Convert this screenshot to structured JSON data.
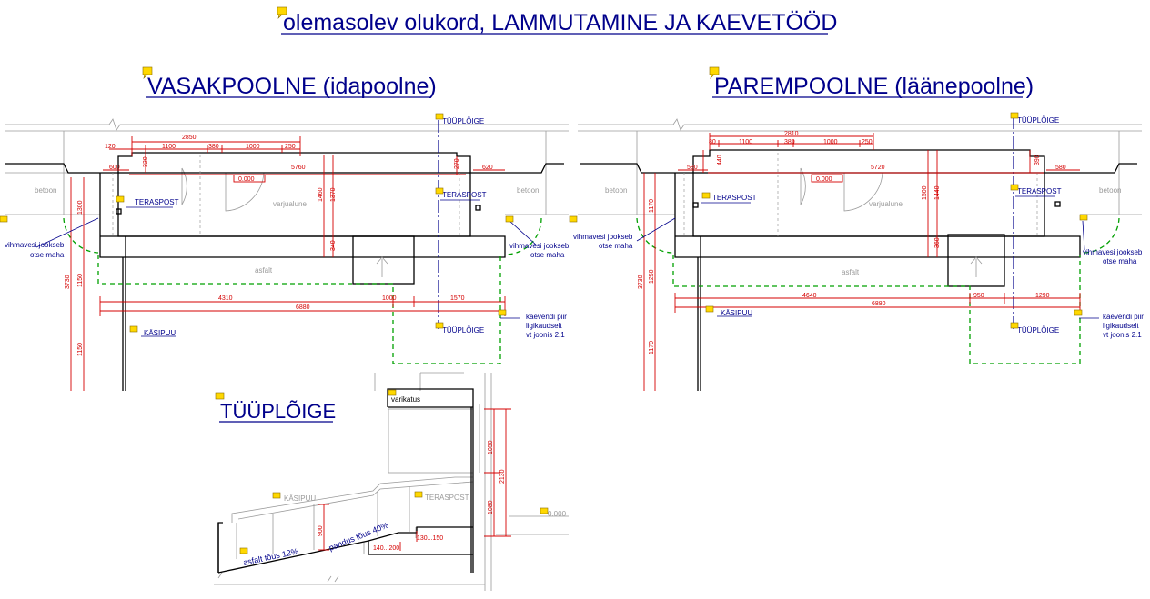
{
  "title": "olemasolev olukord, LAMMUTAMINE JA KAEVETÖÖD",
  "colors": {
    "ink": "#000000",
    "dimension": "#d40000",
    "annotation": "#00008b",
    "boundary": "#00a000",
    "guide": "#9a9a9a",
    "note": "#ffd800"
  },
  "left": {
    "heading": "VASAKPOOLNE (idapoolne)",
    "section_mark_top": "TÜÜPLÕIGE",
    "section_mark_bottom": "TÜÜPLÕIGE",
    "teraspost": "TERASPOST",
    "kasipuu": "KÄSIPUU",
    "vihmavesi_1": "vihmavesi jookseb",
    "vihmavesi_2": "otse maha",
    "kaeve_1": "kaevendi piir",
    "kaeve_2": "ligikaudselt",
    "kaeve_3": "vt joonis 2.1",
    "betoon_l": "betoon",
    "betoon_r": "betoon",
    "varjualune": "varjualune",
    "asfalt": "asfalt",
    "level": "0.000",
    "dims": {
      "d2850": "2850",
      "d120": "120",
      "d1100": "1100",
      "d380": "380",
      "d1000": "1000",
      "d250": "250",
      "d320": "320",
      "d600": "600",
      "d5760": "5760",
      "d270": "270",
      "d620": "620",
      "d1460": "1460",
      "d1370": "1370",
      "d340": "340",
      "d1300": "1300",
      "d3730": "3730",
      "d1150a": "1150",
      "d1150b": "1150",
      "d4310": "4310",
      "d1000b": "1000",
      "d1570": "1570",
      "d6880": "6880"
    }
  },
  "right": {
    "heading": "PAREMPOOLNE (läänepoolne)",
    "section_mark_top": "TÜÜPLÕIGE",
    "section_mark_bottom": "TÜÜPLÕIGE",
    "teraspost_l": "TERASPOST",
    "teraspost_r": "TERASPOST",
    "kasipuu": "KÄSIPUU",
    "vihmavesi_l1": "vihmavesi jookseb",
    "vihmavesi_l2": "otse maha",
    "vihmavesi_r1": "vihmavesi jookseb",
    "vihmavesi_r2": "otse maha",
    "kaeve_1": "kaevendi piir",
    "kaeve_2": "ligikaudselt",
    "kaeve_3": "vt joonis 2.1",
    "betoon_l": "betoon",
    "betoon_r": "betoon",
    "varjualune": "varjualune",
    "asfalt": "asfalt",
    "level": "0.000",
    "dims": {
      "d2810": "2810",
      "d80": "80",
      "d1100": "1100",
      "d380": "380",
      "d1000": "1000",
      "d250": "250",
      "d440": "440",
      "d580a": "580",
      "d5720": "5720",
      "d390": "390",
      "d580b": "580",
      "d1500": "1500",
      "d1440": "1440",
      "d360": "360",
      "d1170a": "1170",
      "d1250": "1250",
      "d3730": "3730",
      "d1170b": "1170",
      "d4640": "4640",
      "d950": "950",
      "d1290": "1290",
      "d6880": "6880"
    }
  },
  "section": {
    "heading": "TÜÜPLÕIGE",
    "varikatus": "varikatus",
    "kasipuu": "KÄSIPUU",
    "teraspost": "TERASPOST",
    "asfalt_slope": "asfalt tõus 12%",
    "ramp_slope": "pandus tõus 40%",
    "d1050": "1050",
    "d2130": "2130",
    "d1080": "1080",
    "d900": "900",
    "d130_150": "130...150",
    "d140_200": "140...200",
    "level": "0.000"
  }
}
